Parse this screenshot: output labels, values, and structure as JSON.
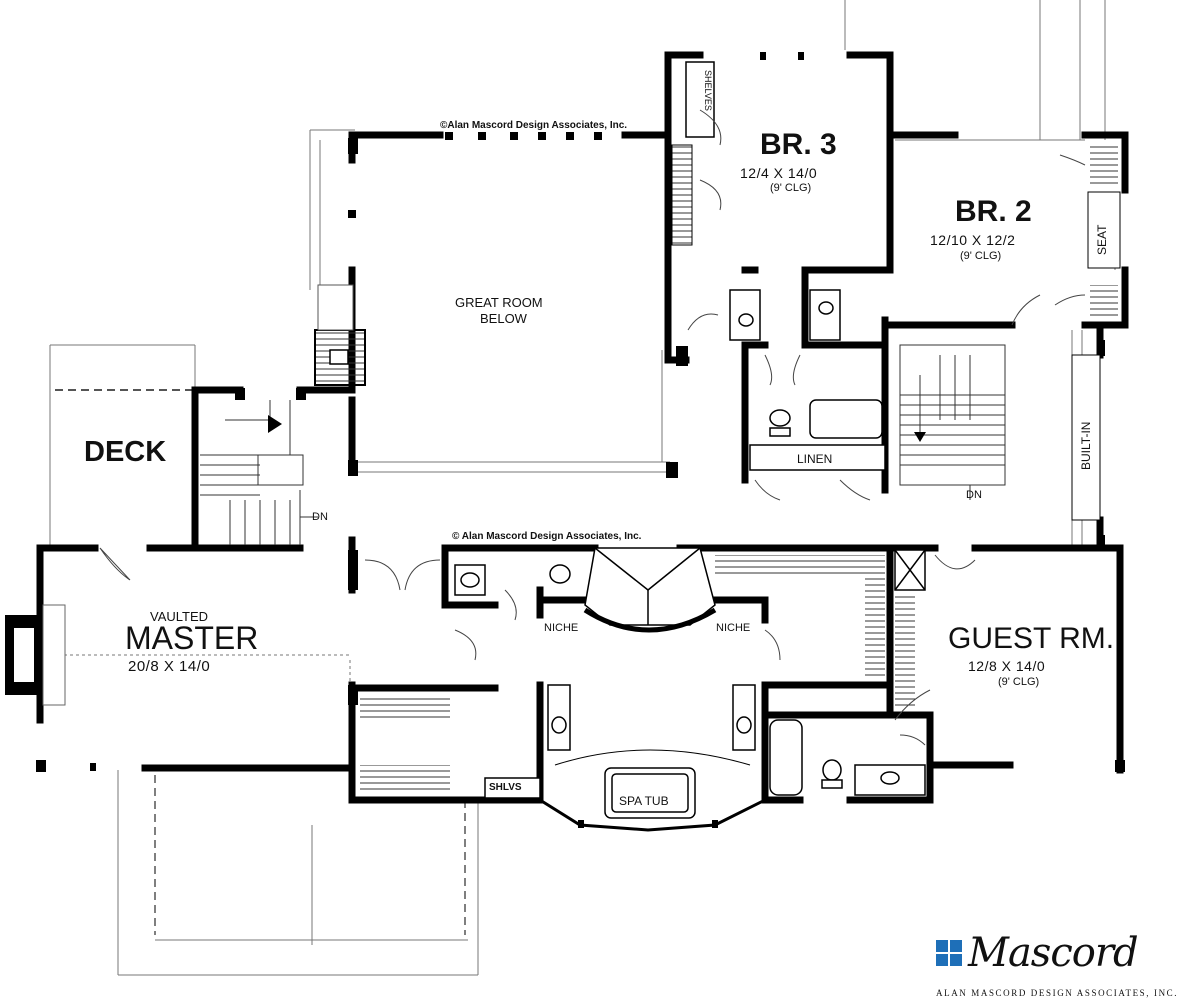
{
  "copyright_top": "©Alan Mascord Design Associates, Inc.",
  "copyright_mid": "© Alan Mascord Design Associates, Inc.",
  "rooms": {
    "br3": {
      "name": "BR. 3",
      "dims": "12/4  X  14/0",
      "ceiling": "(9' CLG)"
    },
    "br2": {
      "name": "BR. 2",
      "dims": "12/10  X  12/2",
      "ceiling": "(9' CLG)"
    },
    "great_room": {
      "line1": "GREAT ROOM",
      "line2": "BELOW"
    },
    "deck": {
      "name": "DECK"
    },
    "master": {
      "prefix": "VAULTED",
      "name": "MASTER",
      "dims": "20/8  X  14/0"
    },
    "guest": {
      "name": "GUEST RM.",
      "dims": "12/8  X  14/0",
      "ceiling": "(9' CLG)"
    }
  },
  "labels": {
    "shelves": "SHELVES",
    "seat": "SEAT",
    "built_in": "BUILT-IN",
    "linen": "LINEN",
    "dn_left": "DN",
    "dn_right": "DN",
    "niche_left": "NICHE",
    "niche_right": "NICHE",
    "shlvs": "SHLVS",
    "spa_tub": "SPA TUB"
  },
  "logo": {
    "word": "Mascord",
    "sub": "ALAN MASCORD DESIGN ASSOCIATES, INC.",
    "color": "#1e6fb8"
  }
}
